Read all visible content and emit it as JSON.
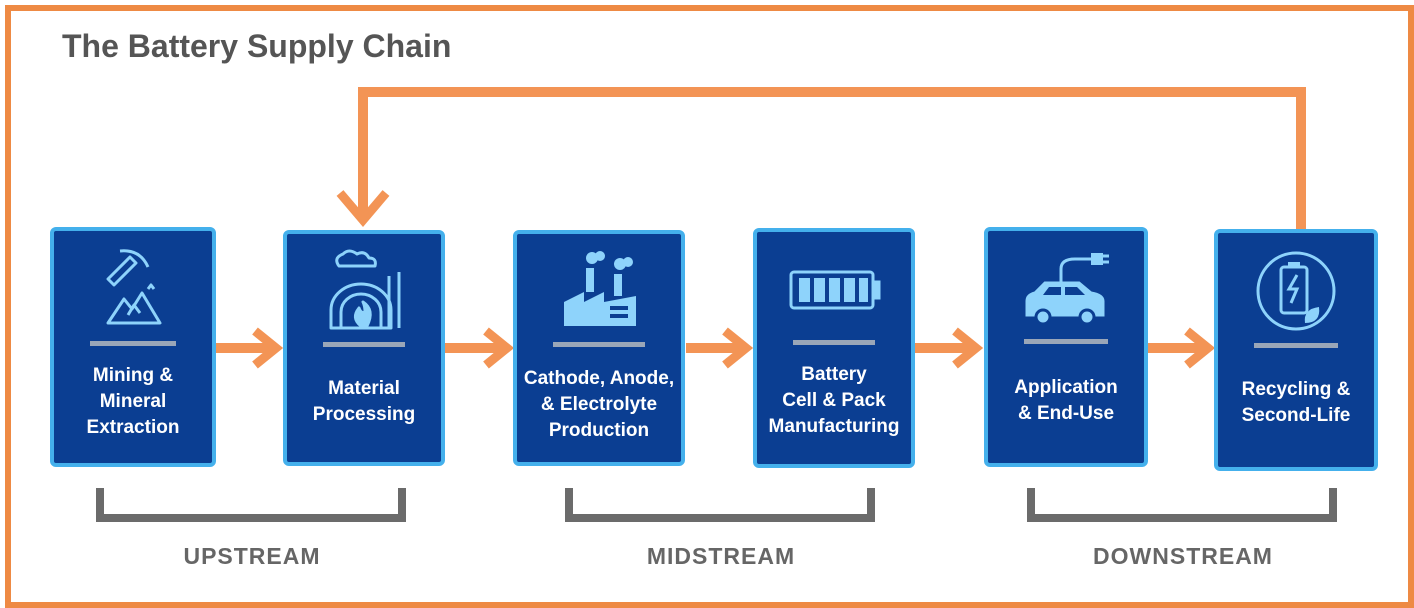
{
  "title": "The Battery Supply Chain",
  "colors": {
    "frame": "#ee8a44",
    "arrow": "#f39455",
    "box_fill": "#0b3e92",
    "box_border": "#44b0ec",
    "icon": "#8ed3fb",
    "bracket": "#6b6b6b",
    "stage_text": "#666666"
  },
  "steps": [
    {
      "label": "Mining &\nMineral\nExtraction",
      "icon": "pickaxe-mountain-icon"
    },
    {
      "label": "Material\nProcessing",
      "icon": "furnace-icon"
    },
    {
      "label": "Cathode, Anode,\n& Electrolyte\nProduction",
      "icon": "factory-icon"
    },
    {
      "label": "Battery\nCell & Pack\nManufacturing",
      "icon": "battery-icon"
    },
    {
      "label": "Application\n& End-Use",
      "icon": "electric-car-icon"
    },
    {
      "label": "Recycling &\nSecond-Life",
      "icon": "recycle-battery-icon"
    }
  ],
  "stages": [
    {
      "label": "UPSTREAM"
    },
    {
      "label": "MIDSTREAM"
    },
    {
      "label": "DOWNSTREAM"
    }
  ]
}
